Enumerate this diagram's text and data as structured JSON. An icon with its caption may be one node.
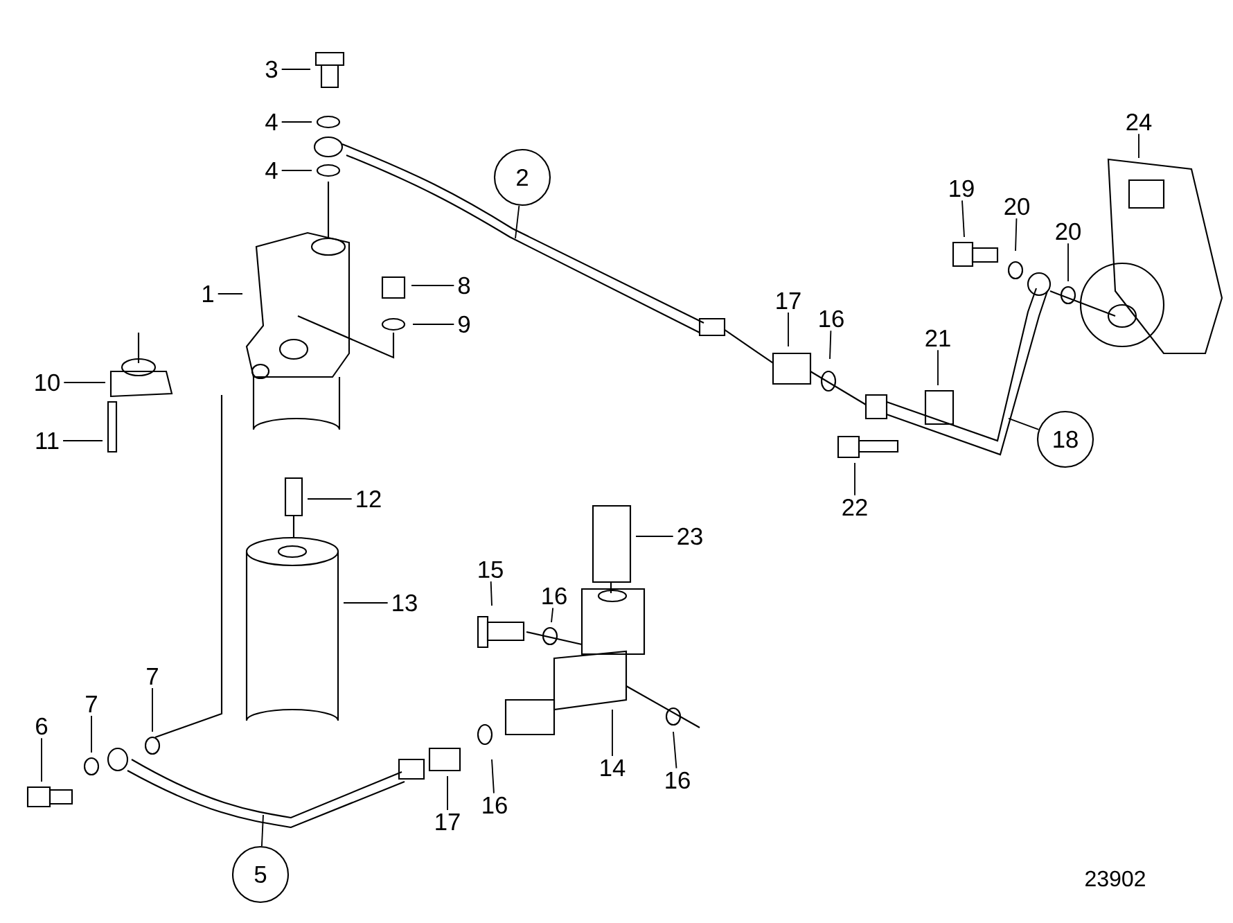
{
  "diagram": {
    "nodes": [
      {
        "text": [
          "3"
        ]
      },
      {
        "text": [
          "4"
        ]
      },
      {
        "text": [
          "4"
        ]
      },
      {
        "text": [
          "2"
        ]
      },
      {
        "text": [
          "1"
        ]
      },
      {
        "text": [
          "8"
        ]
      },
      {
        "text": [
          "9"
        ]
      },
      {
        "text": [
          "10"
        ]
      },
      {
        "text": [
          "11"
        ]
      },
      {
        "text": [
          "12"
        ]
      },
      {
        "text": [
          "13"
        ]
      },
      {
        "text": [
          "15"
        ]
      },
      {
        "text": [
          "16"
        ]
      },
      {
        "text": [
          "23"
        ]
      },
      {
        "text": [
          "7"
        ]
      },
      {
        "text": [
          "7"
        ]
      },
      {
        "text": [
          "6"
        ]
      },
      {
        "text": [
          "5"
        ]
      },
      {
        "text": [
          "17"
        ]
      },
      {
        "text": [
          "16"
        ]
      },
      {
        "text": [
          "14"
        ]
      },
      {
        "text": [
          "16"
        ]
      },
      {
        "text": [
          "17"
        ]
      },
      {
        "text": [
          "16"
        ]
      },
      {
        "text": [
          "21"
        ]
      },
      {
        "text": [
          "22"
        ]
      },
      {
        "text": [
          "18"
        ]
      },
      {
        "text": [
          "19"
        ]
      },
      {
        "text": [
          "20"
        ]
      },
      {
        "text": [
          "20"
        ]
      },
      {
        "text": [
          "24"
        ]
      }
    ],
    "edges": [
      {
        "from": 0,
        "to": null,
        "arrow": "none"
      },
      {
        "from": 1,
        "to": null,
        "arrow": "none"
      },
      {
        "from": 2,
        "to": null,
        "arrow": "none"
      },
      {
        "from": 3,
        "to": null,
        "arrow": "none"
      },
      {
        "from": 4,
        "to": null,
        "arrow": "none"
      },
      {
        "from": 5,
        "to": null,
        "arrow": "none"
      },
      {
        "from": 6,
        "to": null,
        "arrow": "none"
      },
      {
        "from": 7,
        "to": null,
        "arrow": "none"
      },
      {
        "from": 8,
        "to": null,
        "arrow": "none"
      },
      {
        "from": 9,
        "to": null,
        "arrow": "none"
      },
      {
        "from": 10,
        "to": null,
        "arrow": "none"
      },
      {
        "from": 11,
        "to": null,
        "arrow": "none"
      },
      {
        "from": 12,
        "to": null,
        "arrow": "none"
      },
      {
        "from": 13,
        "to": null,
        "arrow": "none"
      },
      {
        "from": 14,
        "to": null,
        "arrow": "none"
      },
      {
        "from": 15,
        "to": null,
        "arrow": "none"
      },
      {
        "from": 16,
        "to": null,
        "arrow": "none"
      },
      {
        "from": 17,
        "to": null,
        "arrow": "none"
      },
      {
        "from": 18,
        "to": null,
        "arrow": "none"
      },
      {
        "from": 19,
        "to": null,
        "arrow": "none"
      },
      {
        "from": 20,
        "to": null,
        "arrow": "none"
      },
      {
        "from": 21,
        "to": null,
        "arrow": "none"
      },
      {
        "from": 22,
        "to": null,
        "arrow": "none"
      },
      {
        "from": 23,
        "to": null,
        "arrow": "none"
      },
      {
        "from": 24,
        "to": null,
        "arrow": "none"
      },
      {
        "from": 25,
        "to": null,
        "arrow": "none"
      },
      {
        "from": 26,
        "to": null,
        "arrow": "none"
      },
      {
        "from": 27,
        "to": null,
        "arrow": "none"
      },
      {
        "from": 28,
        "to": null,
        "arrow": "none"
      },
      {
        "from": 29,
        "to": null,
        "arrow": "none"
      },
      {
        "from": 30,
        "to": null,
        "arrow": "none"
      }
    ],
    "labels": [
      "23902"
    ]
  }
}
